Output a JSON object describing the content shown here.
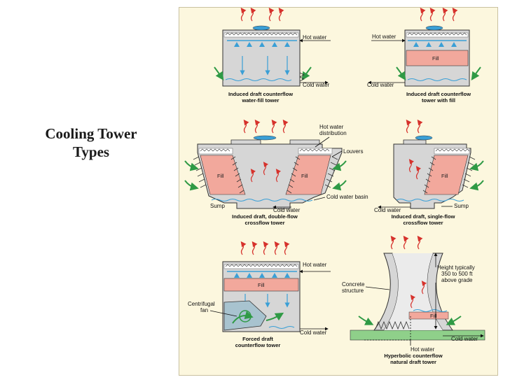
{
  "slide": {
    "title_line1": "Cooling Tower",
    "title_line2": "Types"
  },
  "labels": {
    "hot_water": "Hot water",
    "cold_water": "Cold water",
    "fill": "Fill",
    "hot_water_distribution": "Hot water distribution",
    "louvers": "Louvers",
    "cold_water_basin": "Cold water basin",
    "sump": "Sump",
    "centrifugal_fan": "Centrifugal fan",
    "concrete_structure": "Concrete structure",
    "height_note": "Height typically 350 to 500 ft above grade"
  },
  "captions": {
    "tower1": [
      "Induced draft counterflow",
      "water-fill tower"
    ],
    "tower2": [
      "Induced draft counterflow",
      "tower with fill"
    ],
    "tower3": [
      "Induced draft, double-flow",
      "crossflow tower"
    ],
    "tower4": [
      "Induced draft, single-flow",
      "crossflow tower"
    ],
    "tower5": [
      "Forced draft",
      "counterflow tower"
    ],
    "tower6": [
      "Hyperbolic counterflow",
      "natural draft tower"
    ]
  },
  "colors": {
    "panel_bg": "#fcf7de",
    "tower_gray": "#d6d6d6",
    "fill_pink": "#f2a89c",
    "hot_red": "#d6322c",
    "water_blue": "#3a9fd6",
    "air_green": "#2f9a45",
    "ground_green": "#8fd08a"
  }
}
